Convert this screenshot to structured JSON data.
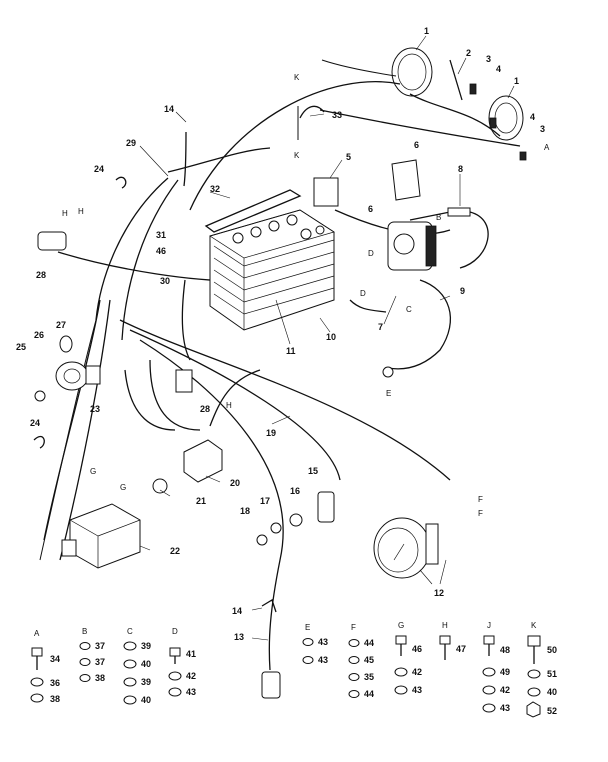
{
  "callouts": {
    "c1a": "1",
    "c2": "2",
    "c3a": "3",
    "c4a": "4",
    "c1b": "1",
    "c4b": "4",
    "c3b": "3",
    "c33": "33",
    "c14a": "14",
    "c29": "29",
    "c5": "5",
    "c6a": "6",
    "c24a": "24",
    "c32": "32",
    "c8": "8",
    "c6b": "6",
    "c31": "31",
    "c46": "46",
    "c28": "28",
    "c30": "30",
    "c7": "7",
    "c9": "9",
    "c10": "10",
    "c11": "11",
    "c27": "27",
    "c26": "26",
    "c25": "25",
    "c23": "23",
    "c28b": "28",
    "c19": "19",
    "c24b": "24",
    "c21": "21",
    "c20": "20",
    "c15": "15",
    "c16": "16",
    "c17": "17",
    "c18": "18",
    "c22": "22",
    "c12": "12",
    "c14b": "14",
    "c13": "13"
  },
  "letters": {
    "k1": "K",
    "k2": "K",
    "a1": "A",
    "h1": "H",
    "h2": "H",
    "d1": "D",
    "d2": "D",
    "b1": "B",
    "c1": "C",
    "e1": "E",
    "h3": "H",
    "g1": "G",
    "g2": "G",
    "f1": "F",
    "f2": "F"
  },
  "hardware": {
    "A": {
      "header": "A",
      "items": [
        "34",
        "36",
        "38"
      ]
    },
    "B": {
      "header": "B",
      "items": [
        "37",
        "37",
        "38"
      ]
    },
    "C": {
      "header": "C",
      "items": [
        "39",
        "40",
        "39",
        "40"
      ]
    },
    "D": {
      "header": "D",
      "items": [
        "41",
        "42",
        "43"
      ]
    },
    "E": {
      "header": "E",
      "items": [
        "43",
        "43"
      ]
    },
    "F": {
      "header": "F",
      "items": [
        "44",
        "45",
        "35",
        "44"
      ]
    },
    "G": {
      "header": "G",
      "items": [
        "46",
        "42",
        "43"
      ]
    },
    "H": {
      "header": "H",
      "items": [
        "47"
      ]
    },
    "J": {
      "header": "J",
      "items": [
        "48",
        "49",
        "42",
        "43"
      ]
    },
    "K": {
      "header": "K",
      "items": [
        "50",
        "51",
        "40",
        "52"
      ]
    }
  }
}
